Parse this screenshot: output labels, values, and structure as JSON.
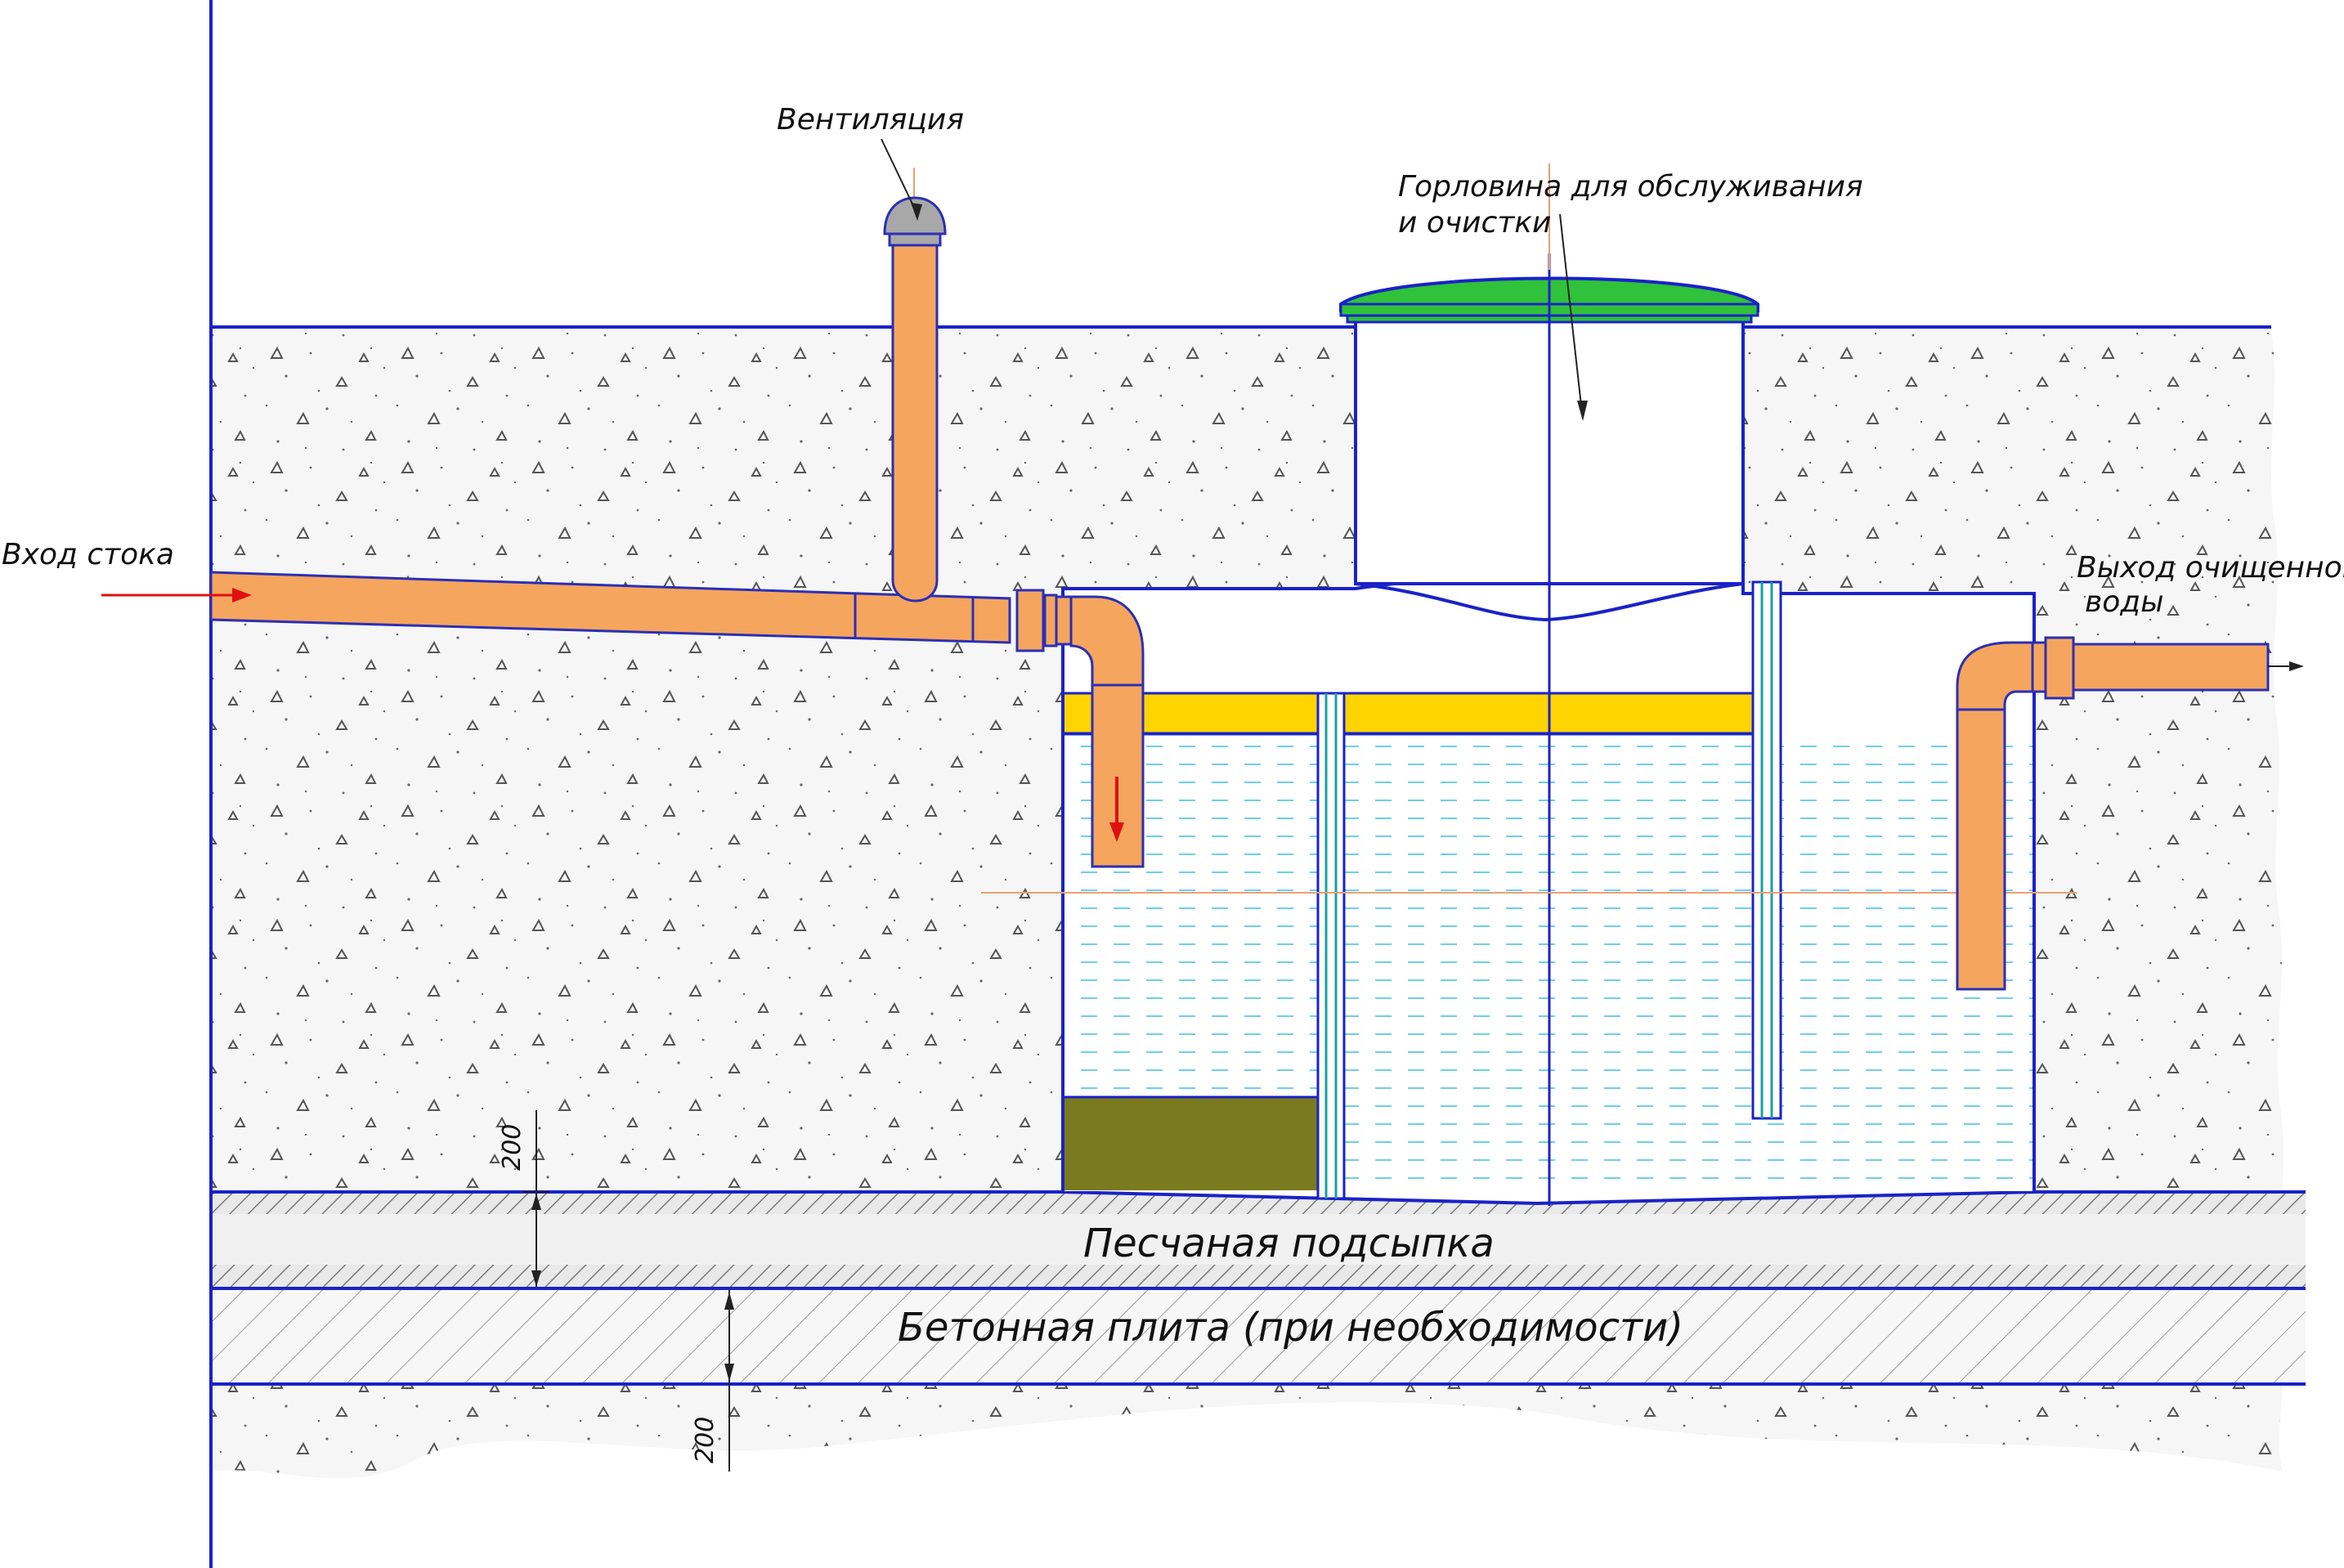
{
  "labels": {
    "ventilation": "Вентиляция",
    "hatch_line1": "Горловина для обслуживания",
    "hatch_line2": "и очистки",
    "inlet": "Вход стока",
    "outlet_line1": "Выход очищенной",
    "outlet_line2": "воды",
    "sand_layer": "Песчаная подсыпка",
    "concrete_slab": "Бетонная плита (при необходимости)"
  },
  "dimensions": {
    "sand_thickness": "200",
    "slab_thickness": "200"
  },
  "colors": {
    "outline": "#1a22c8",
    "pipe": "#f5a55e",
    "pipe_edge": "#2b2fb5",
    "lid": "#2fc23a",
    "scum_layer": "#ffd400",
    "sludge": "#7a7a1e",
    "water_lines": "#6fcfe6",
    "flow_arrow": "#e01010",
    "soil_speck": "#666666",
    "hatch": "#777777"
  }
}
